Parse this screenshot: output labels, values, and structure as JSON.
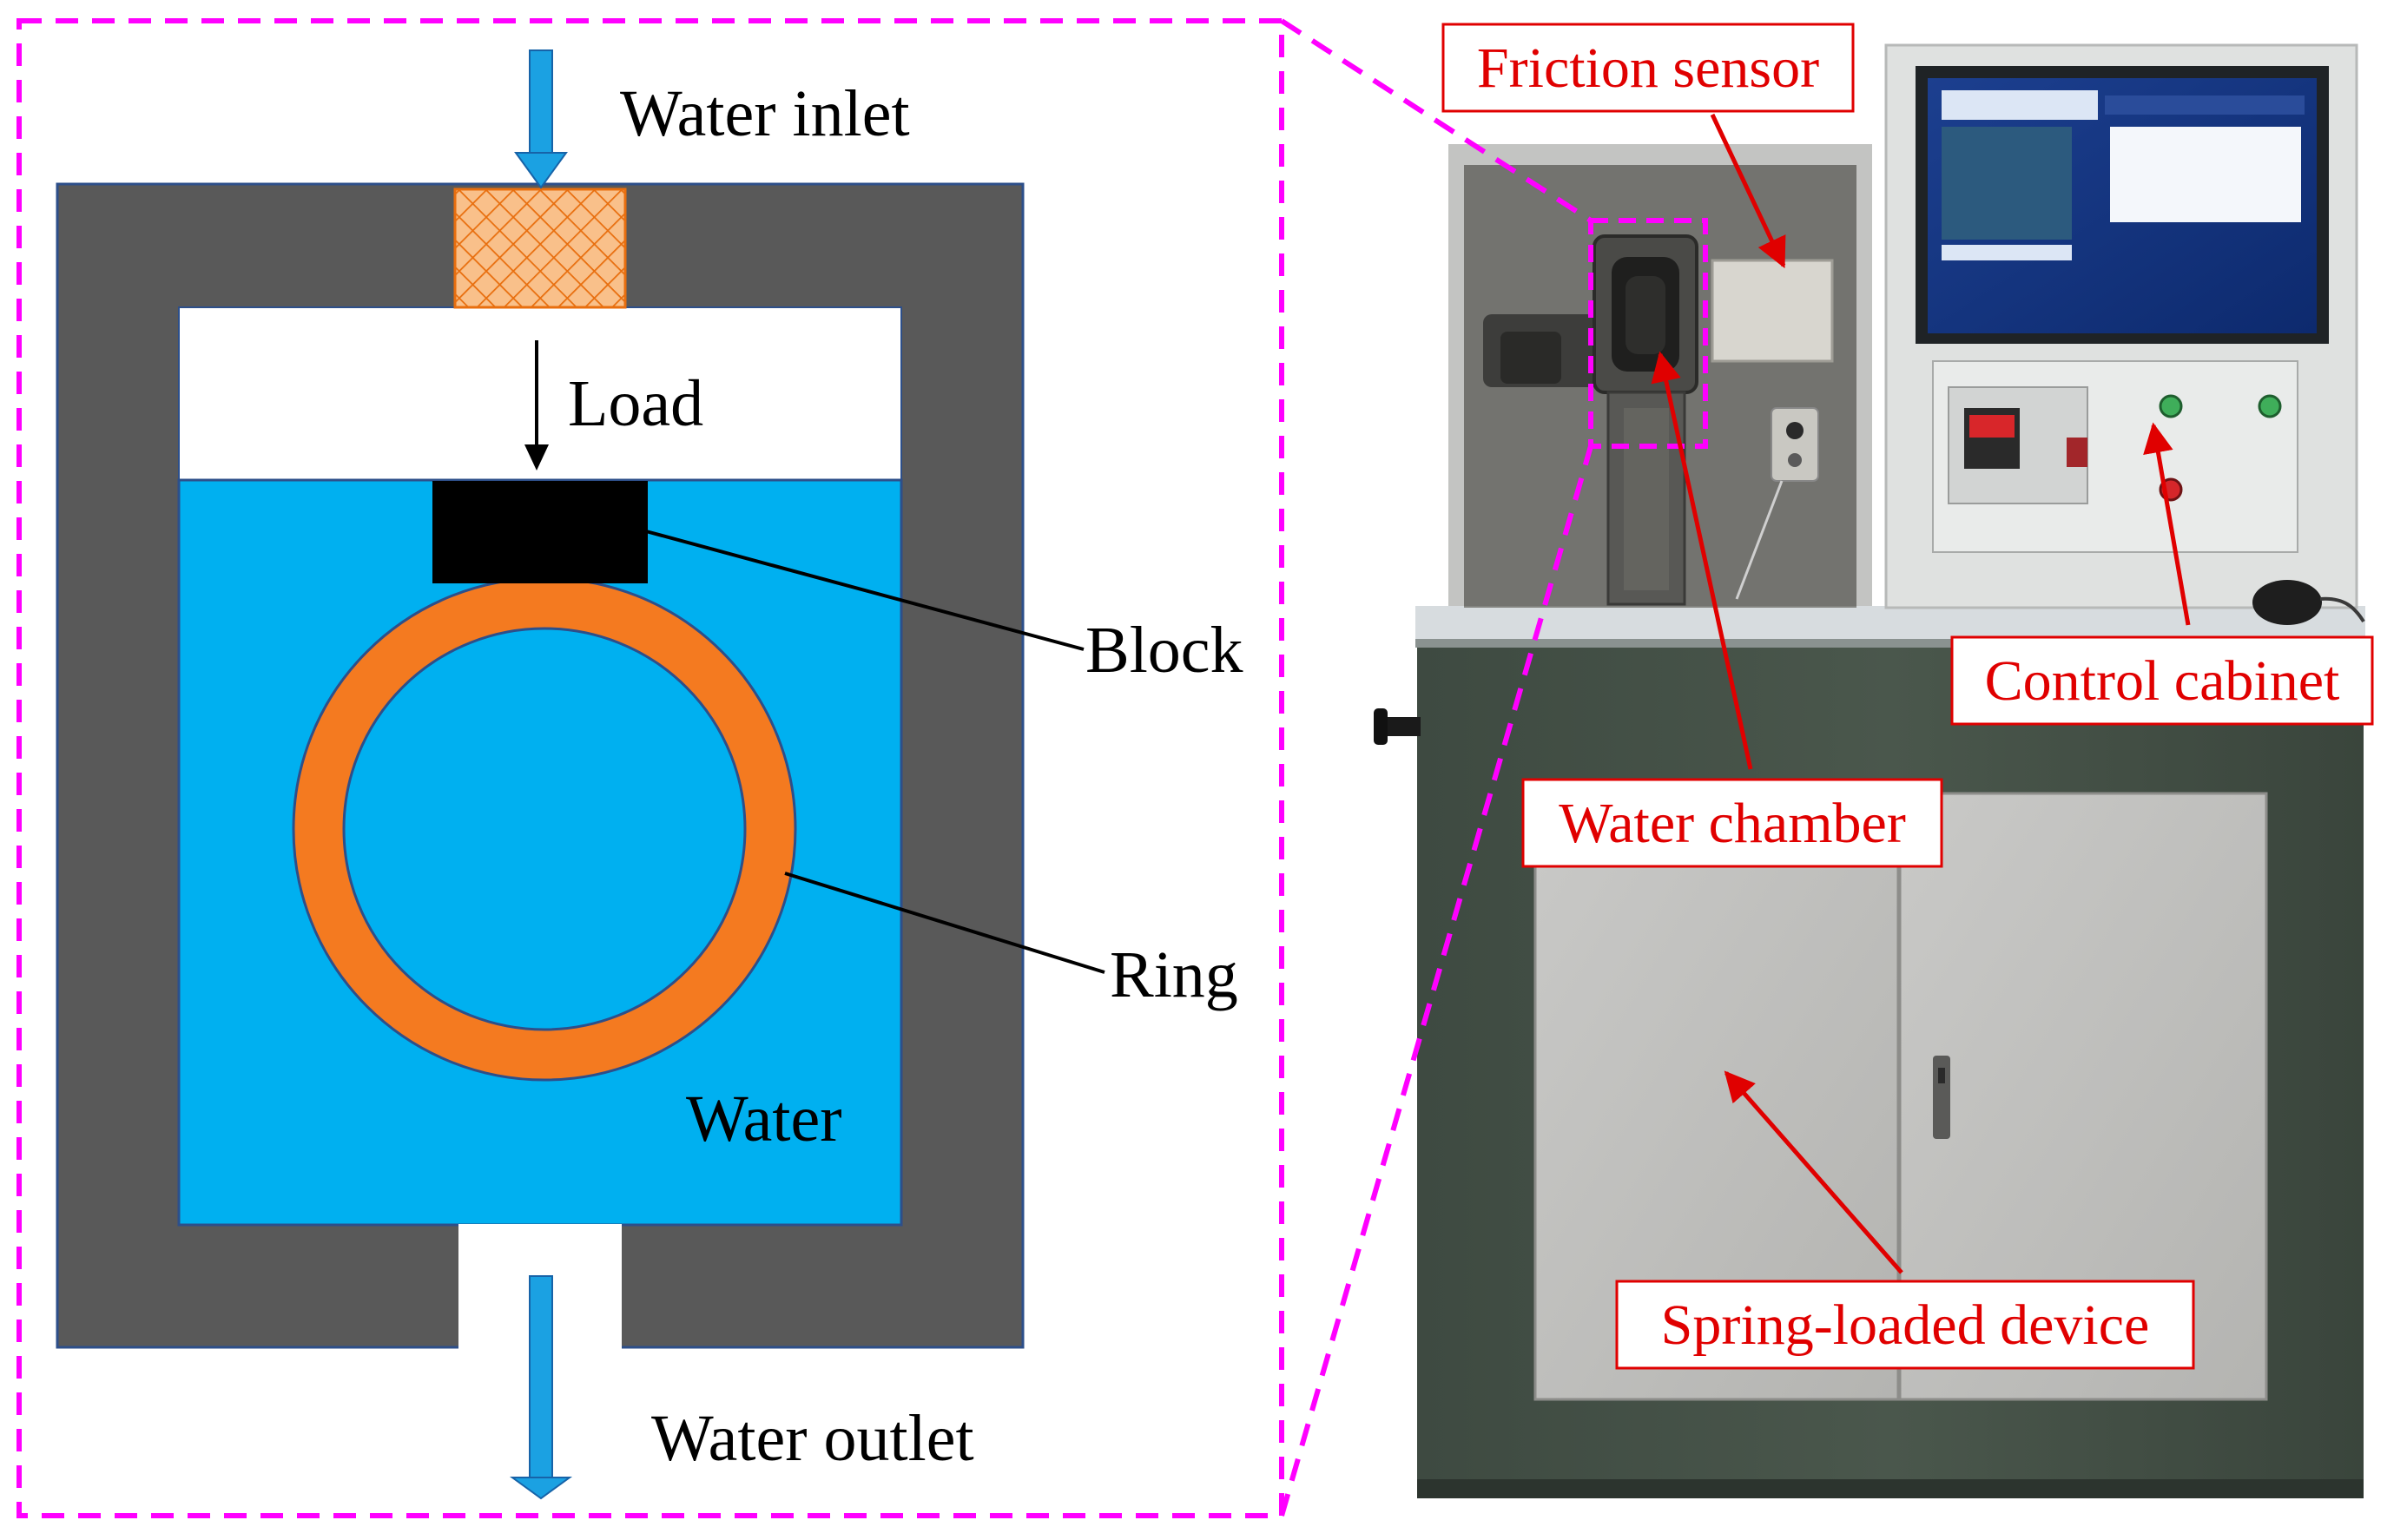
{
  "schematic": {
    "water_inlet": "Water inlet",
    "water_outlet": "Water outlet",
    "load": "Load",
    "block": "Block",
    "ring": "Ring",
    "water": "Water"
  },
  "photo": {
    "friction_sensor": "Friction sensor",
    "water_chamber": "Water chamber",
    "control_cabinet": "Control cabinet",
    "spring_loaded_device": "Spring-loaded device"
  },
  "colors": {
    "housing": "#595959",
    "water": "#00b0f0",
    "ring": "#f47a20",
    "block": "#000000",
    "filter": "#f7a04a",
    "flow_arrow": "#1ba1e2",
    "dashed_frame": "#ff00ff",
    "callout": "#ff0000"
  }
}
